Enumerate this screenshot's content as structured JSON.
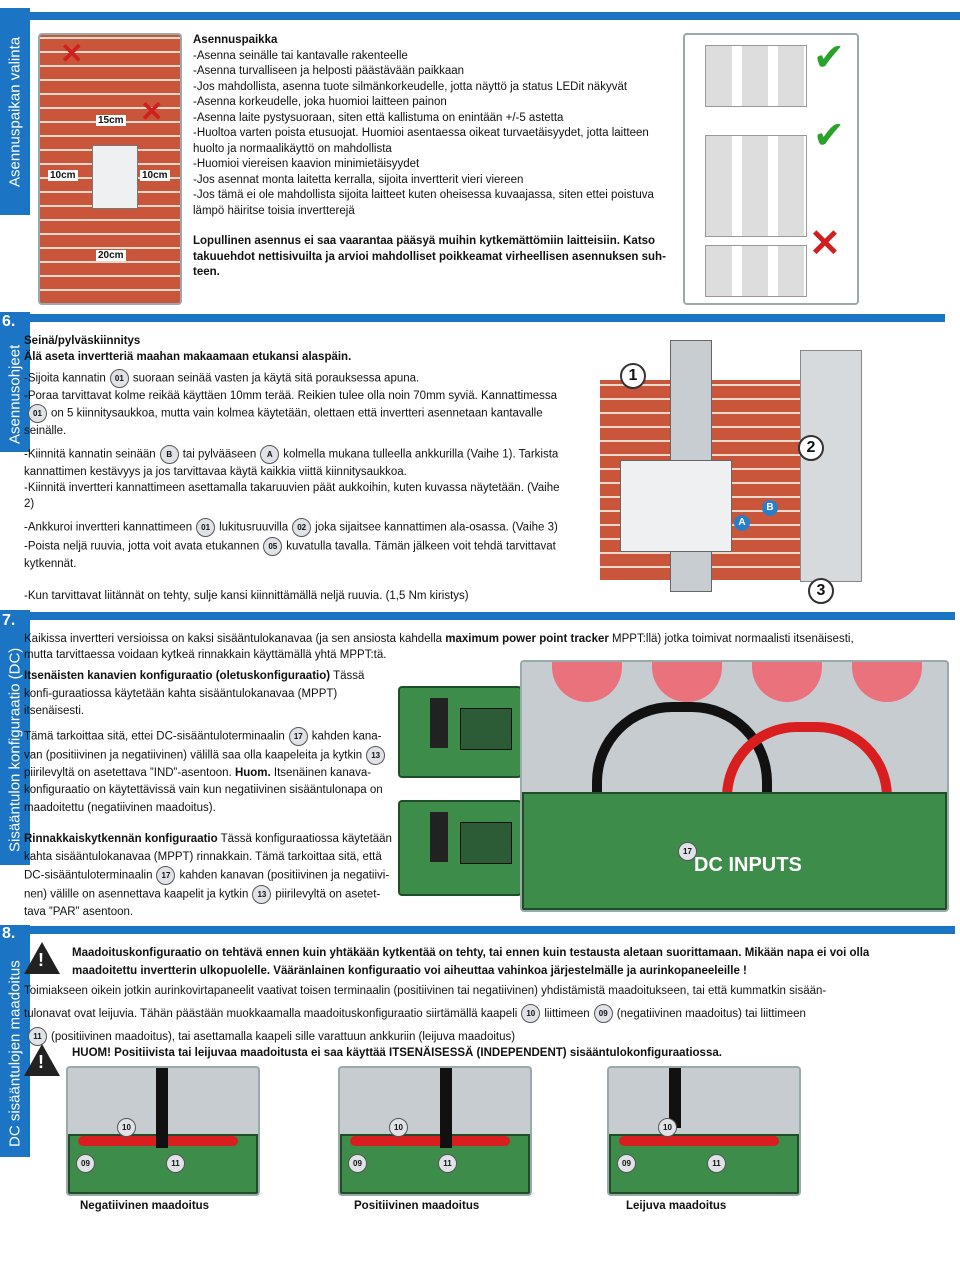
{
  "sidebar": {
    "s1": "Asennuspaikan valinta",
    "s2": "Asennusohjeet",
    "s3": "Sisääntulon konfiguraatio (DC)",
    "s4": "DC sisääntulojen maadoitus"
  },
  "sections": {
    "n6": "6.",
    "n7": "7.",
    "n8": "8."
  },
  "placement": {
    "title": "Asennuspaikka",
    "lines": [
      "-Asenna seinälle tai kantavalle rakenteelle",
      "-Asenna turvalliseen ja helposti päästävään paikkaan",
      "-Jos mahdollista, asenna tuote silmänkorkeudelle, jotta näyttö ja status LEDit näkyvät",
      "-Asenna korkeudelle, joka huomioi laitteen painon",
      "-Asenna laite pystysuoraan, siten että kallistuma on enintään +/-5 astetta",
      "-Huoltoa varten poista etusuojat. Huomioi asentaessa oikeat turvaetäisyydet, jotta laitteen huolto ja normaalikäyttö on mahdollista",
      "-Huomioi viereisen kaavion minimietäisyydet",
      "-Jos asennat monta laitetta kerralla, sijoita invertterit vieri viereen",
      "-Jos tämä ei ole mahdollista sijoita laitteet kuten oheisessa kuvaajassa, siten ettei poistuva lämpö häiritse toisia invertterejä"
    ],
    "note": "Lopullinen asennus ei saa vaarantaa pääsyä muihin kytkemättömiin laitteisiin. Katso takuuehdot nettisivuilta ja arvioi mahdolliset poikkeamat virheellisen asennuksen suh-teen.",
    "dims": {
      "top": "15cm",
      "left": "10cm",
      "right": "10cm",
      "bottom": "20cm"
    }
  },
  "install": {
    "title": "Seinä/pylväskiinnitys",
    "warn": "Älä aseta invertteriä maahan makaamaan etukansi alaspäin.",
    "l1a": "-Sijoita kannatin",
    "l1b": "suoraan seinää vasten ja käytä sitä porauksessa apuna.",
    "l2": "-Poraa tarvittavat kolme reikää käyttäen 10mm terää. Reikien tulee olla noin 70mm syviä. Kannattimessa",
    "l3": "on 5 kiinnitysaukkoa, mutta vain kolmea käytetään, olettaen että invertteri asennetaan kantavalle seinälle.",
    "l4a": "-Kiinnitä kannatin seinään",
    "l4b": "tai pylvääseen",
    "l4c": "kolmella mukana tulleella ankkurilla (Vaihe 1). Tarkista kannattimen kestävyys ja jos tarvittavaa käytä kaikkia viittä kiinnitysaukkoa.",
    "l5": "-Kiinnitä invertteri  kannattimeen asettamalla takaruuvien päät aukkoihin, kuten kuvassa näytetään. (Vaihe 2)",
    "l6a": "-Ankkuroi invertteri kannattimeen",
    "l6b": "lukitusruuvilla",
    "l6c": "joka sijaitsee kannattimen ala-osassa. (Vaihe 3)",
    "l7a": "-Poista neljä ruuvia, jotta voit avata etukannen",
    "l7b": "kuvatulla tavalla. Tämän jälkeen voit tehdä tarvittavat kytkennät.",
    "l8": "-Kun tarvittavat liitännät on tehty, sulje kansi kiinnittämällä neljä ruuvia. (1,5 Nm kiristys)",
    "badges": {
      "b01": "01",
      "b02": "02",
      "b05": "05",
      "bA": "A",
      "bB": "B"
    },
    "steps": [
      "1",
      "2",
      "3",
      "A",
      "B"
    ]
  },
  "dc": {
    "p1a": "Kaikissa invertteri versioissa on kaksi sisääntulokanavaa (ja sen ansiosta kahdella ",
    "p1b": "maximum power point tracker",
    "p1c": " MPPT:llä) jotka toimivat normaalisti itsenäisesti, mutta tarvittaessa voidaan kytkeä rinnakkain käyttämällä yhtä MPPT:tä.",
    "p2a": "Itsenäisten kanavien konfiguraatio (oletuskonfiguraatio)",
    "p2b": " Tässä konfi-guraatiossa käytetään kahta sisääntulokanavaa (MPPT) itsenäisesti.",
    "p3a": "Tämä tarkoittaa sitä, ettei DC-sisääntuloterminaalin",
    "p3b": "kahden kana-",
    "p3c": "van (positiivinen ja negatiivinen) välillä saa olla kaapeleita ja kytkin",
    "p3d": "piirilevyltä on asetettava ”IND”-asentoon. ",
    "p3e": "Huom.",
    "p3f": " Itsenäinen kanava-konfiguraatio on käytettävissä vain kun negatiivinen sisääntulonapa on maadoitettu (negatiivinen maadoitus).",
    "p4a": "Rinnakkaiskytkennän konfiguraatio",
    "p4b": " Tässä konfiguraatiossa käytetään kahta sisääntulokanavaa (MPPT) rinnakkain. Tämä tarkoittaa sitä, että",
    "p4c": "DC-sisääntuloterminaalin",
    "p4d": "kahden kanavan (positiivinen ja negatiivi-",
    "p4e": "nen) välille on asennettava kaapelit ja kytkin",
    "p4f": "piirilevyltä on asetet-",
    "p4g": "tava ”PAR” asentoon.",
    "badges": {
      "b13": "13",
      "b17": "17"
    },
    "board_label": "DC INPUTS"
  },
  "ground": {
    "w1": "Maadoituskonfiguraatio on tehtävä ennen kuin yhtäkään kytkentää on tehty, tai ennen kuin testausta aletaan suorittamaan. Mikään napa ei voi olla maadoitettu invertterin ulkopuolelle. Vääränlainen konfiguraatio voi aiheuttaa vahinkoa järjestelmälle ja aurinkopaneeleille !",
    "t1": "Toimiakseen oikein jotkin aurinkovirtapaneelit vaativat toisen terminaalin (positiivinen tai negatiivinen) yhdistämistä maadoitukseen, tai että kummatkin sisään-tulonavat ovat leijuvia. Tähän päästään muokkaamalla maadoituskonfiguraatio siirtämällä kaapeli",
    "t2": "liittimeen",
    "t3": "(negatiivinen maadoitus) tai liittimeen",
    "t4": "(positiivinen maadoitus), tai asettamalla kaapeli sille varattuun ankkuriin (leijuva maadoitus)",
    "w2": "HUOM! Positiivista tai leijuvaa maadoitusta ei saa käyttää ITSENÄISESSÄ (INDEPENDENT) sisääntulokonfiguraatiossa.",
    "badges": {
      "b09": "09",
      "b10": "10",
      "b11": "11"
    },
    "captions": [
      "Negatiivinen maadoitus",
      "Positiivinen maadoitus",
      "Leijuva maadoitus"
    ]
  }
}
